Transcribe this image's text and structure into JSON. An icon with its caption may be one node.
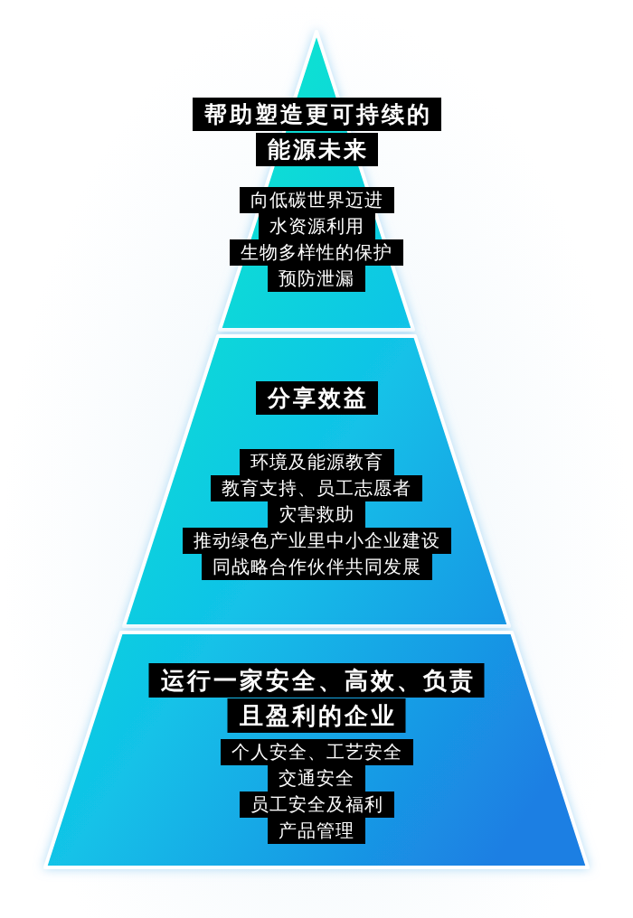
{
  "diagram": {
    "nodes": [
      {
        "text": [
          "帮助塑造更可持续的能源未来",
          "向低碳世界迈进",
          "水资源利用",
          "生物多样性的保护",
          "预防泄漏"
        ]
      },
      {
        "text": [
          "分享效益",
          "环境及能源教育",
          "教育支持、员工志愿者",
          "灾害救助",
          "推动绿色产业里中小企业建设",
          "同战略合作伙伴共同发展"
        ]
      },
      {
        "text": [
          "运行一家安全、高效、负责且盈利的企业",
          "个人安全、工艺安全",
          "交通安全",
          "员工安全及福利",
          "产品管理"
        ]
      }
    ]
  }
}
